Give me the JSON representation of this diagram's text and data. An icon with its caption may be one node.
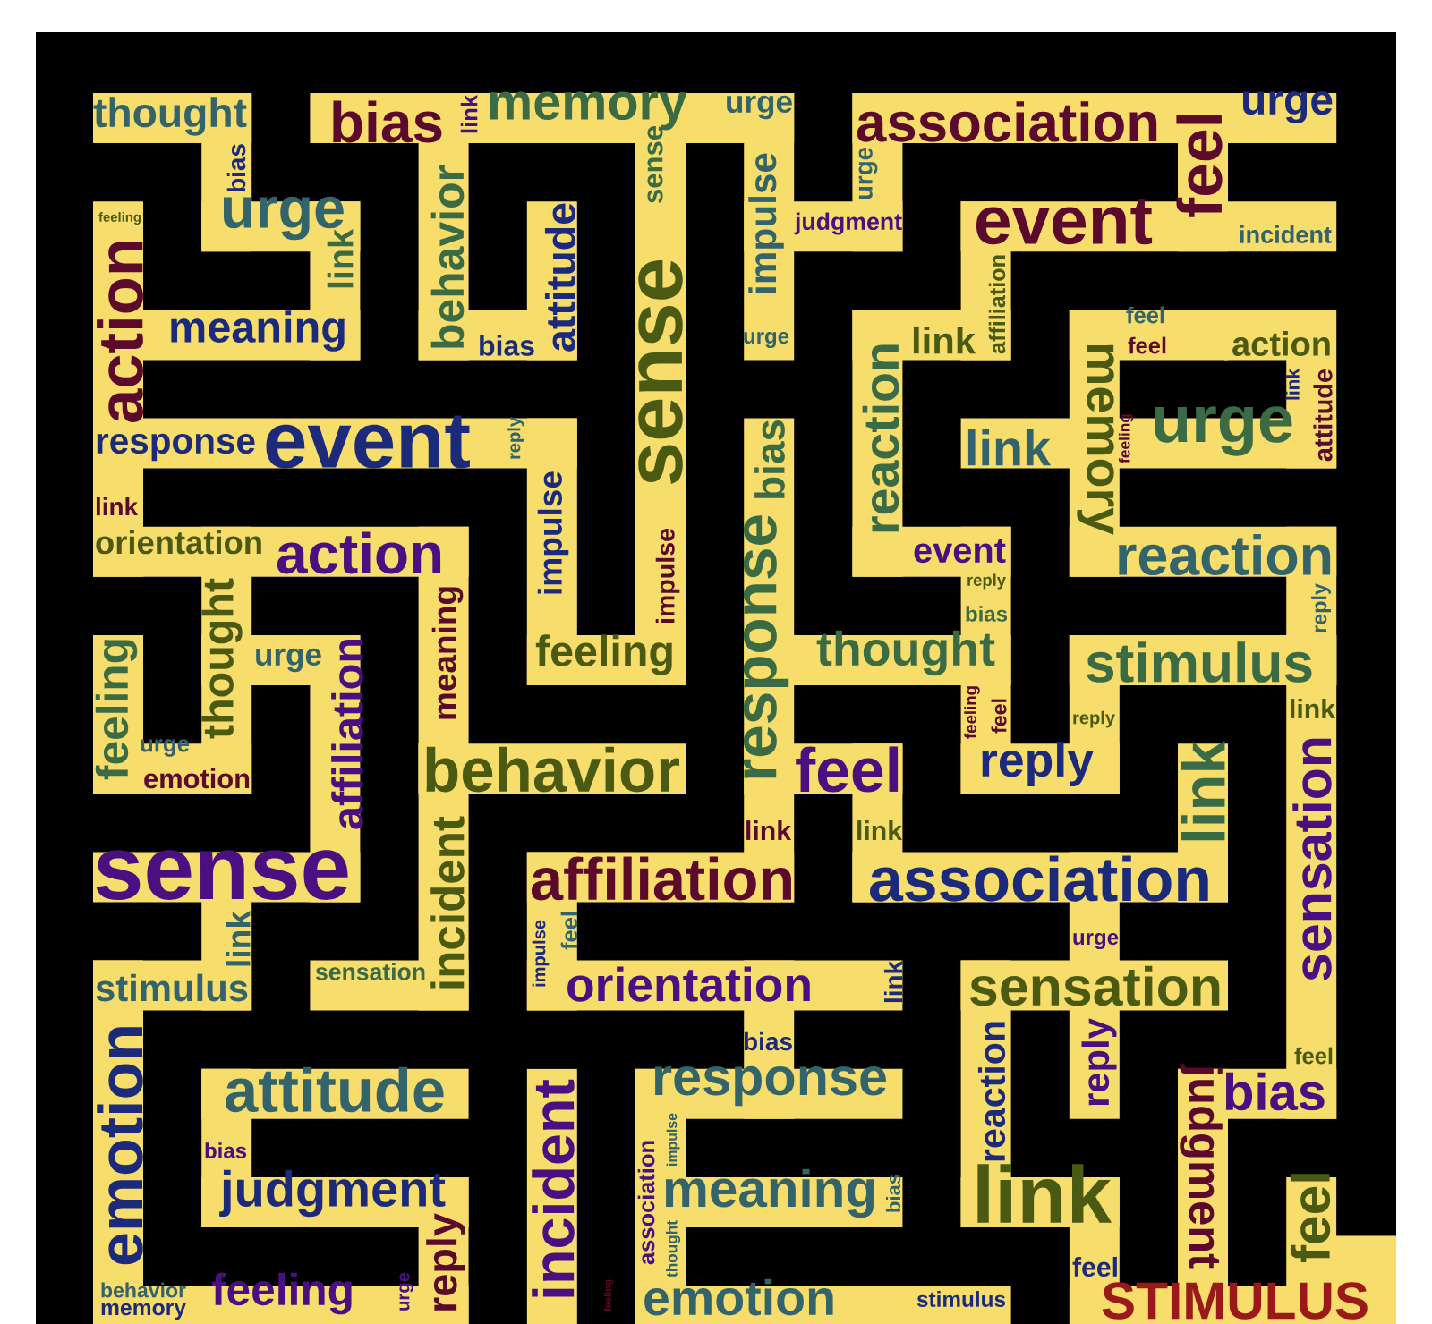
{
  "diagram": {
    "labels": [
      "thought",
      "bias",
      "link",
      "memory",
      "urge",
      "association",
      "feel",
      "urge",
      "bias",
      "sense",
      "impulse",
      "urge",
      "judgment",
      "urge",
      "feeling",
      "event",
      "incident",
      "behavior",
      "attitude",
      "link",
      "action",
      "meaning",
      "bias",
      "affiliation",
      "sense",
      "urge",
      "reaction",
      "link",
      "memory",
      "feel",
      "feel",
      "action",
      "link",
      "attitude",
      "response",
      "event",
      "reply",
      "impulse",
      "link",
      "feeling",
      "urge",
      "bias",
      "link",
      "orientation",
      "action",
      "impulse",
      "response",
      "event",
      "reply",
      "bias",
      "reaction",
      "reply",
      "thought",
      "urge",
      "affiliation",
      "meaning",
      "feeling",
      "thought",
      "stimulus",
      "feeling",
      "feeling",
      "feel",
      "reply",
      "link",
      "urge",
      "emotion",
      "behavior",
      "feel",
      "reply",
      "link",
      "sensation",
      "link",
      "link",
      "sense",
      "incident",
      "affiliation",
      "association",
      "link",
      "impulse",
      "feel",
      "urge",
      "stimulus",
      "sensation",
      "orientation",
      "link",
      "sensation",
      "bias",
      "reaction",
      "reply",
      "feel",
      "emotion",
      "attitude",
      "response",
      "bias",
      "incident",
      "judgment",
      "bias",
      "association",
      "impulse",
      "thought",
      "meaning",
      "bias",
      "link",
      "feel",
      "judgment",
      "reply",
      "urge",
      "behavior",
      "memory",
      "feeling",
      "feel",
      "feeling",
      "emotion",
      "stimulus",
      "STIMULUS"
    ]
  }
}
